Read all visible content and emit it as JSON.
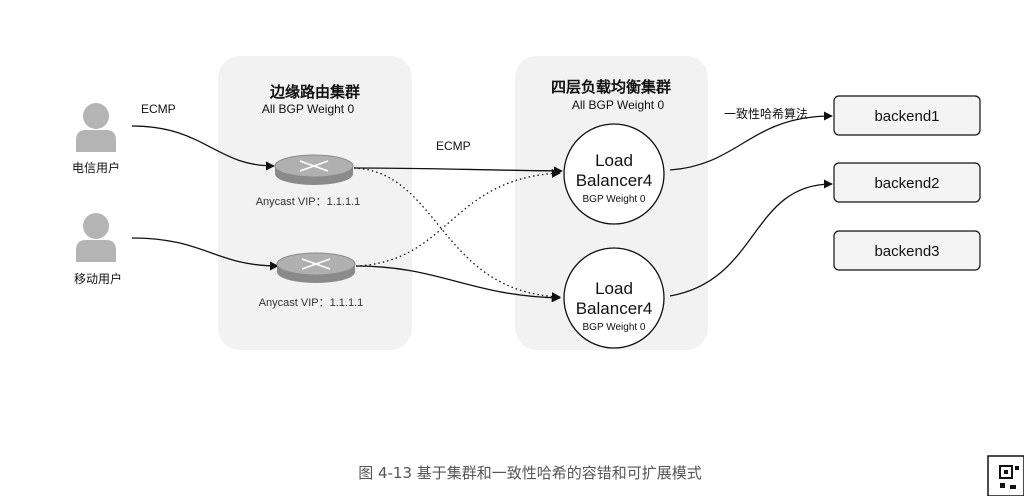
{
  "clusters": {
    "edge": {
      "title": "边缘路由集群",
      "subtitle": "All BGP Weight 0",
      "routers": [
        {
          "vip": "Anycast VIP：1.1.1.1"
        },
        {
          "vip": "Anycast VIP：1.1.1.1"
        }
      ]
    },
    "l4": {
      "title": "四层负载均衡集群",
      "subtitle": "All BGP Weight 0",
      "balancers": [
        {
          "line1": "Load",
          "line2": "Balancer4",
          "weight": "BGP Weight 0"
        },
        {
          "line1": "Load",
          "line2": "Balancer4",
          "weight": "BGP Weight 0"
        }
      ]
    }
  },
  "users": [
    {
      "label": "电信用户"
    },
    {
      "label": "移动用户"
    }
  ],
  "edge_labels": {
    "ecmp_users": "ECMP",
    "ecmp_middle": "ECMP",
    "consistent_hash": "一致性哈希算法"
  },
  "backends": [
    {
      "label": "backend1"
    },
    {
      "label": "backend2"
    },
    {
      "label": "backend3"
    }
  ],
  "caption": "图 4-13 基于集群和一致性哈希的容错和可扩展模式",
  "colors": {
    "cluster_bg": "#f2f2f2",
    "person_icon": "#b4b4b4",
    "router_top": "#b0b0b0",
    "router_side": "#8a8a8a",
    "backend_fill": "#f4f4f4"
  },
  "icons": [
    "person-icon",
    "router-icon",
    "qr-code-icon"
  ]
}
